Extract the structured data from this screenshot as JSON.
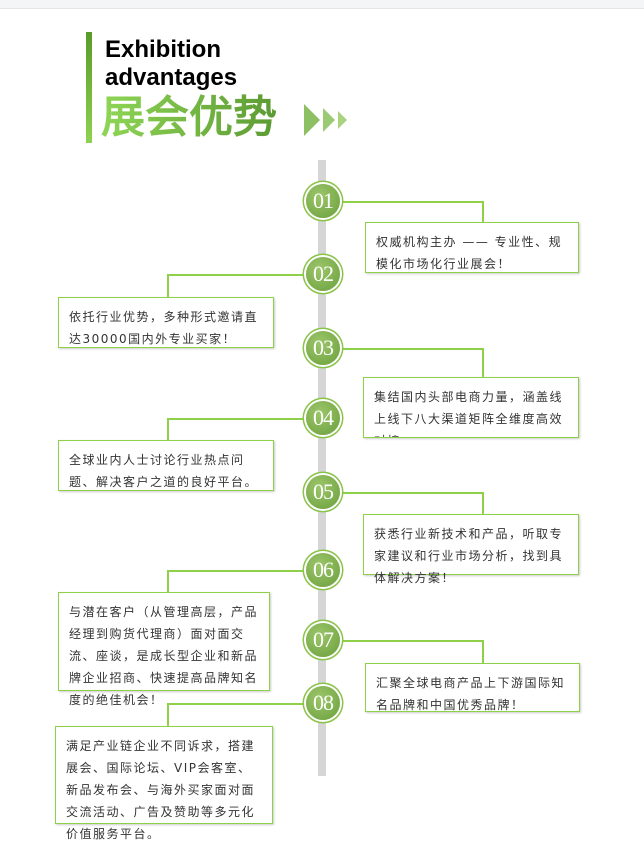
{
  "header": {
    "title_en_line1": "Exhibition",
    "title_en_line2": "advantages",
    "title_cn": "展会优势"
  },
  "colors": {
    "accent": "#8ed047",
    "dark_green": "#5c9a33"
  },
  "items": [
    {
      "num": "01",
      "text": "权威机构主办 —— 专业性、规模化市场化行业展会！"
    },
    {
      "num": "02",
      "text": "依托行业优势，多种形式邀请直达30000国内外专业买家！"
    },
    {
      "num": "03",
      "text": "集结国内头部电商力量，涵盖线上线下八大渠道矩阵全维度高效对接；"
    },
    {
      "num": "04",
      "text": "全球业内人士讨论行业热点问题、解决客户之道的良好平台。"
    },
    {
      "num": "05",
      "text": "获悉行业新技术和产品，听取专家建议和行业市场分析，找到具体解决方案！"
    },
    {
      "num": "06",
      "text": "与潜在客户（从管理高层，产品经理到购货代理商）面对面交流、座谈，是成长型企业和新品牌企业招商、快速提高品牌知名度的绝佳机会！"
    },
    {
      "num": "07",
      "text": "汇聚全球电商产品上下游国际知名品牌和中国优秀品牌！"
    },
    {
      "num": "08",
      "text": "满足产业链企业不同诉求，搭建展会、国际论坛、VIP会客室、新品发布会、与海外买家面对面交流活动、广告及赞助等多元化价值服务平台。"
    }
  ]
}
